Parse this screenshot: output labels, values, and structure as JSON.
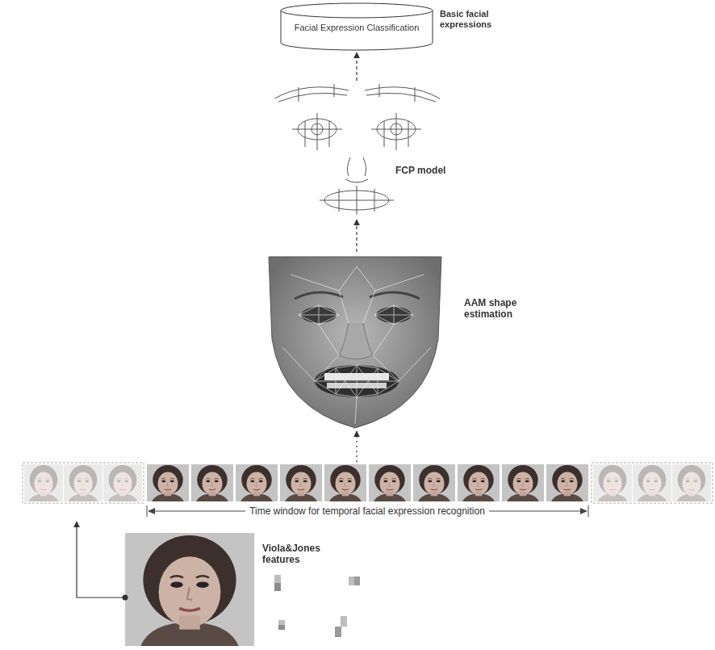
{
  "diagram": {
    "nodes": [
      {
        "text": [
          "Facial Expression Classification",
          "Basic facial expressions"
        ]
      },
      {
        "text": [
          "FCP model"
        ]
      },
      {
        "text": [
          "AAM shape estimation"
        ]
      },
      {
        "text": [
          "Time window for temporal facial expression recognition"
        ]
      },
      {
        "text": [
          "Viola&Jones features"
        ]
      }
    ],
    "edges": [
      {
        "from": 1,
        "to": 0,
        "arrow": "to"
      },
      {
        "from": 2,
        "to": 1,
        "arrow": "to"
      },
      {
        "from": 3,
        "to": 2,
        "arrow": "to"
      },
      {
        "from": 4,
        "to": 3,
        "arrow": "to"
      }
    ]
  }
}
